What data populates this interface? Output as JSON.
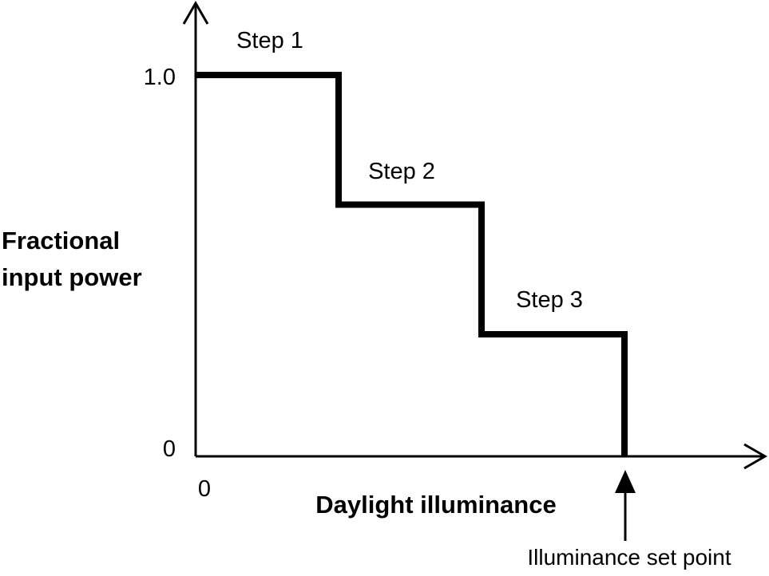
{
  "chart_data": {
    "type": "line",
    "title": "",
    "xlabel": "Daylight illuminance",
    "ylabel_lines": [
      "Fractional",
      "input power"
    ],
    "x_tick_labels": [
      "0"
    ],
    "y_tick_labels": [
      "1.0",
      "0"
    ],
    "ylim": [
      0,
      1.0
    ],
    "series": [
      {
        "step_x": [
          0,
          1,
          2,
          3,
          3
        ],
        "y": [
          1.0,
          0.66,
          0.32,
          0.32,
          0
        ]
      }
    ],
    "step_labels": [
      "Step 1",
      "Step 2",
      "Step 3"
    ],
    "annotation": "Illuminance set point",
    "grid": false,
    "colors": {
      "line": "#000000",
      "axes": "#000000"
    }
  }
}
